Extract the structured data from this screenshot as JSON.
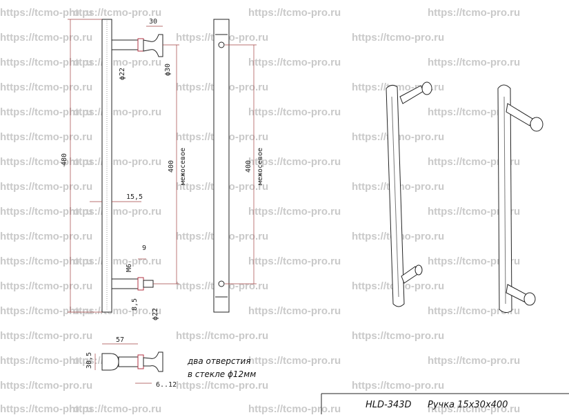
{
  "watermark": {
    "text": "https://tcmo-pro.ru",
    "color": "#c9c9c9"
  },
  "dimensions": {
    "overall_length": "480",
    "center_distance": "400",
    "center_distance_label": "межосевое",
    "bar_width": "15,5",
    "knob_diameter_top": "30",
    "knob_diameter_side": "ϕ30",
    "post_diameter_top": "ϕ22",
    "post_diameter_bottom": "ϕ22",
    "gap_9": "9",
    "thread": "M6",
    "washer": "8,5",
    "standoff_57": "57",
    "height_30_5": "30,5",
    "glass_range": "6..12"
  },
  "note": {
    "line1": "два отверстия",
    "line2": "в стекле ϕ12мм"
  },
  "title_block": {
    "model": "HLD-343D",
    "description": "Ручка 15х30х400"
  },
  "colors": {
    "line": "#222222",
    "dimension": "#a04040",
    "watermark": "#c9c9c9"
  }
}
